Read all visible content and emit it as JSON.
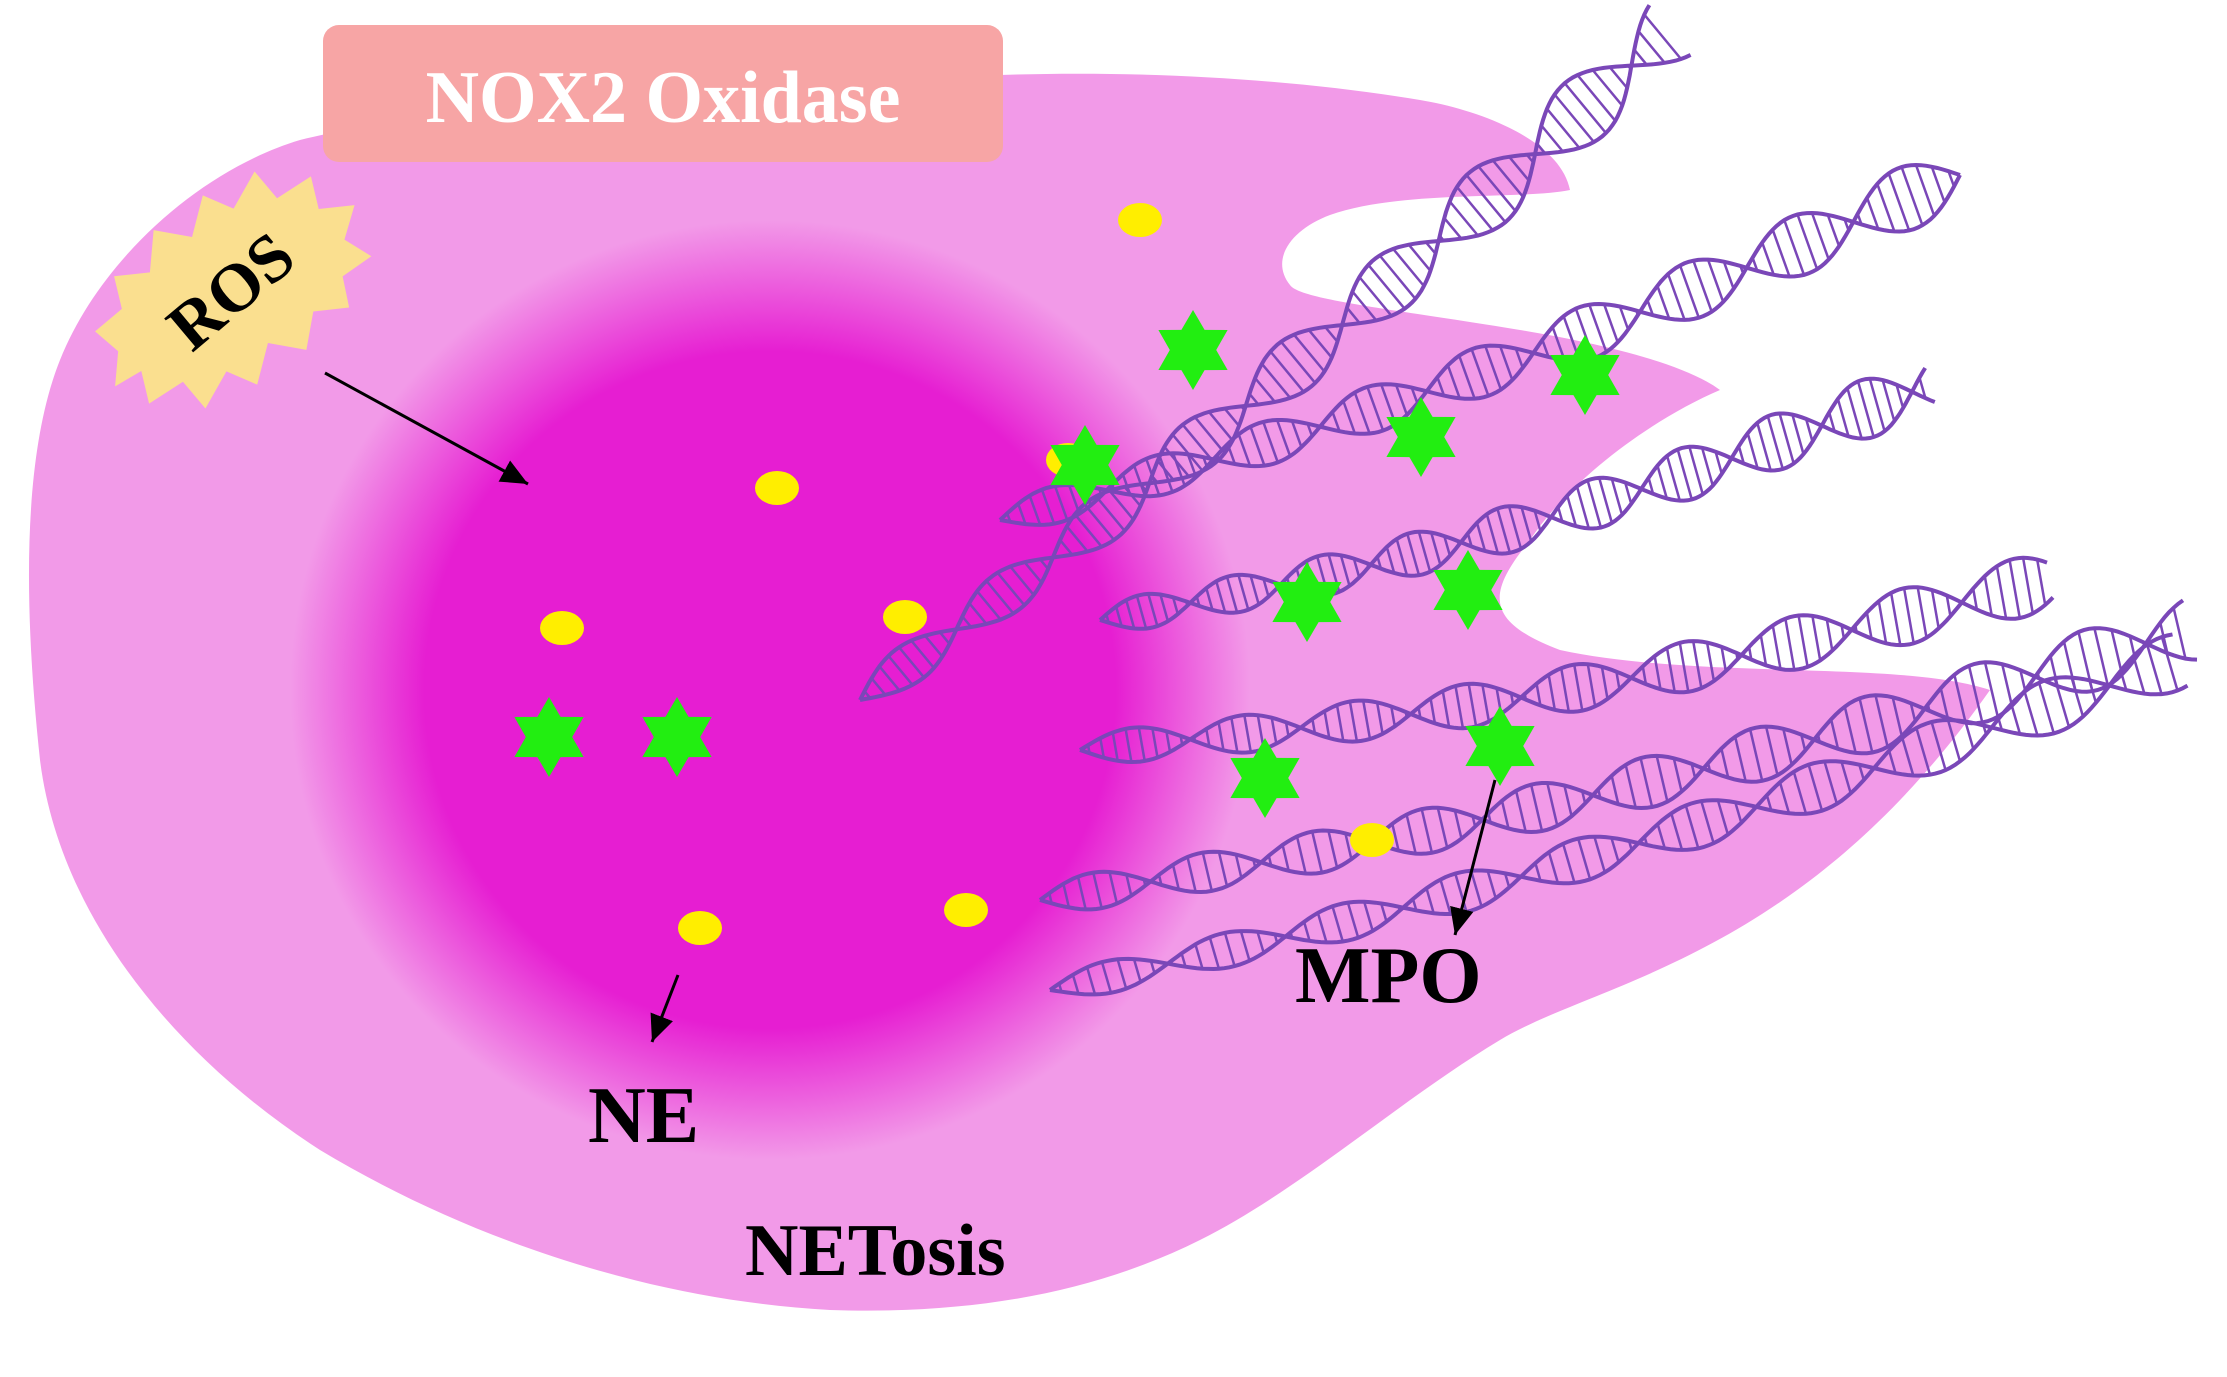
{
  "labels": {
    "nox2": "NOX2 Oxidase",
    "ros": "ROS",
    "ne": "NE",
    "mpo": "MPO",
    "netosis": "NETosis"
  },
  "colors": {
    "cell": "#f29ae8",
    "nucleus": "#e61ed2",
    "nox2_box": "#f7a5a5",
    "nox2_text": "#ffffff",
    "ros_badge": "#fadf8f",
    "granule": "#ffee00",
    "mpo_star": "#22ee11",
    "dna": "#7a47b8",
    "arrow": "#000000"
  },
  "icons": {
    "granule": "yellow-ellipse",
    "mpo": "green-six-point-star",
    "dna": "double-helix-strand",
    "ros": "spiky-badge"
  }
}
